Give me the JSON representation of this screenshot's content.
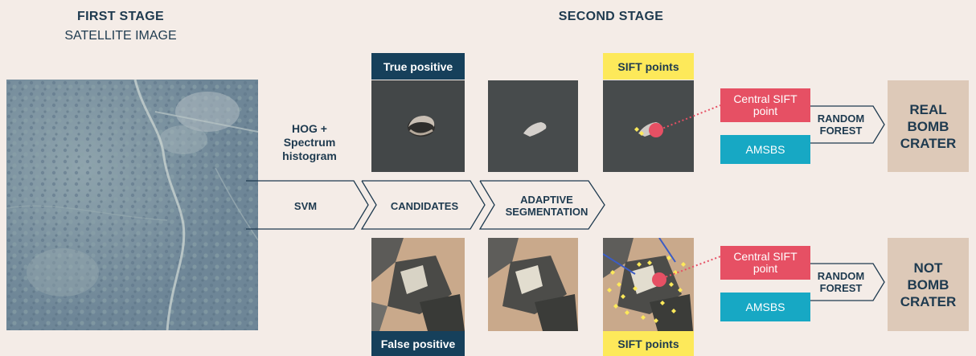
{
  "first_stage": {
    "title": "FIRST STAGE",
    "subtitle": "SATELLITE IMAGE"
  },
  "second_stage": {
    "title": "SECOND STAGE"
  },
  "hog_label": "HOG +\nSpectrum\nhistogram",
  "pipeline": {
    "svm": "SVM",
    "candidates": "CANDIDATES",
    "adaptive": "ADAPTIVE\nSEGMENTATION"
  },
  "top_row": {
    "tag": "True positive",
    "sift_tag": "SIFT points",
    "central_sift": "Central SIFT\npoint",
    "amsbs": "AMSBS",
    "classifier": "RANDOM\nFOREST",
    "result": "REAL\nBOMB\nCRATER"
  },
  "bottom_row": {
    "tag": "False positive",
    "sift_tag": "SIFT points",
    "central_sift": "Central SIFT\npoint",
    "amsbs": "AMSBS",
    "classifier": "RANDOM\nFOREST",
    "result": "NOT\nBOMB\nCRATER"
  },
  "colors": {
    "background": "#f4ece7",
    "navy": "#16405b",
    "yellow": "#fde95a",
    "pink": "#e65064",
    "teal": "#17a8c4",
    "result_bg": "#ddc9b8"
  }
}
